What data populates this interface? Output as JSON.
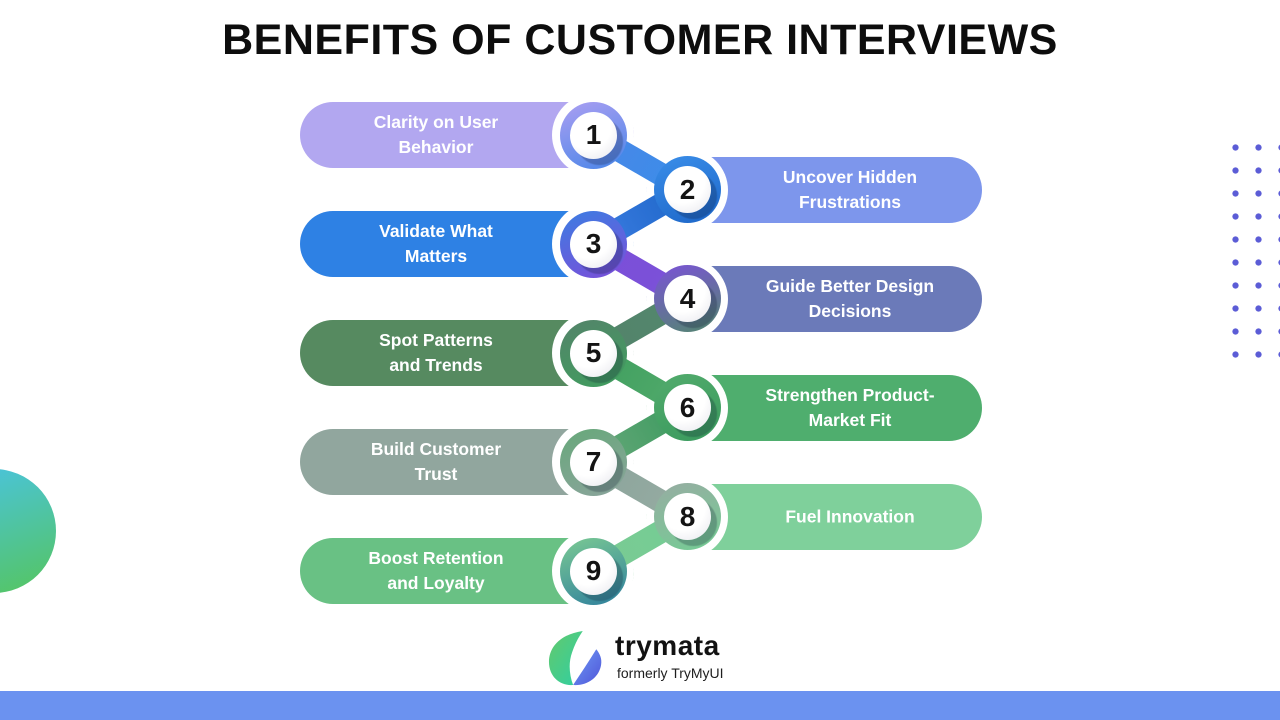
{
  "title": "BENEFITS OF CUSTOMER INTERVIEWS",
  "items": [
    {
      "number": "1",
      "side": "left",
      "label": "Clarity on User Behavior",
      "lines": [
        "Clarity on User",
        "Behavior"
      ],
      "pill_color": "#b2a7f0",
      "disc": {
        "from": "#ab9ff2",
        "to": "#4a86e8"
      }
    },
    {
      "number": "2",
      "side": "right",
      "label": "Uncover Hidden Frustrations",
      "lines": [
        "Uncover Hidden",
        "Frustrations"
      ],
      "pill_color": "#7d96ec",
      "disc": {
        "from": "#3a8ee9",
        "to": "#1d66c8"
      }
    },
    {
      "number": "3",
      "side": "left",
      "label": "Validate What Matters",
      "lines": [
        "Validate What",
        "Matters"
      ],
      "pill_color": "#2e81e4",
      "disc": {
        "from": "#3c7de2",
        "to": "#7b4ed9"
      }
    },
    {
      "number": "4",
      "side": "right",
      "label": "Guide Better Design Decisions",
      "lines": [
        "Guide Better Design",
        "Decisions"
      ],
      "pill_color": "#6b7ab9",
      "disc": {
        "from": "#7b52d8",
        "to": "#52876d"
      }
    },
    {
      "number": "5",
      "side": "left",
      "label": "Spot Patterns and Trends",
      "lines": [
        "Spot Patterns",
        "and Trends"
      ],
      "pill_color": "#568a60",
      "disc": {
        "from": "#54836a",
        "to": "#3f9e5e"
      }
    },
    {
      "number": "6",
      "side": "right",
      "label": "Strengthen Product-Market Fit",
      "lines": [
        "Strengthen Product-",
        "Market Fit"
      ],
      "pill_color": "#4fae6e",
      "disc": {
        "from": "#52ab6c",
        "to": "#3a9a5e"
      }
    },
    {
      "number": "7",
      "side": "left",
      "label": "Build Customer Trust",
      "lines": [
        "Build Customer",
        "Trust"
      ],
      "pill_color": "#91a69e",
      "disc": {
        "from": "#67a87a",
        "to": "#8ba49c"
      }
    },
    {
      "number": "8",
      "side": "right",
      "label": "Fuel Innovation",
      "lines": [
        "Fuel Innovation"
      ],
      "pill_color": "#7fd09b",
      "disc": {
        "from": "#97aca2",
        "to": "#74cd94"
      }
    },
    {
      "number": "9",
      "side": "left",
      "label": "Boost Retention and Loyalty",
      "lines": [
        "Boost Retention",
        "and Loyalty"
      ],
      "pill_color": "#69c184",
      "disc": {
        "from": "#7bca93",
        "to": "#2e7f9d"
      }
    }
  ],
  "footer": {
    "brand": "trymata",
    "tagline": "formerly TryMyUI"
  },
  "decor": {
    "dot_color": "#5b5cd6",
    "bar_color": "#6b92f0",
    "corner_circle": {
      "top": "#49c3e8",
      "bottom": "#55c55e"
    },
    "logo": {
      "green_from": "#63c96c",
      "green_to": "#2fcfa3",
      "blue_from": "#6f9bf5",
      "blue_to": "#4f55d9"
    }
  }
}
